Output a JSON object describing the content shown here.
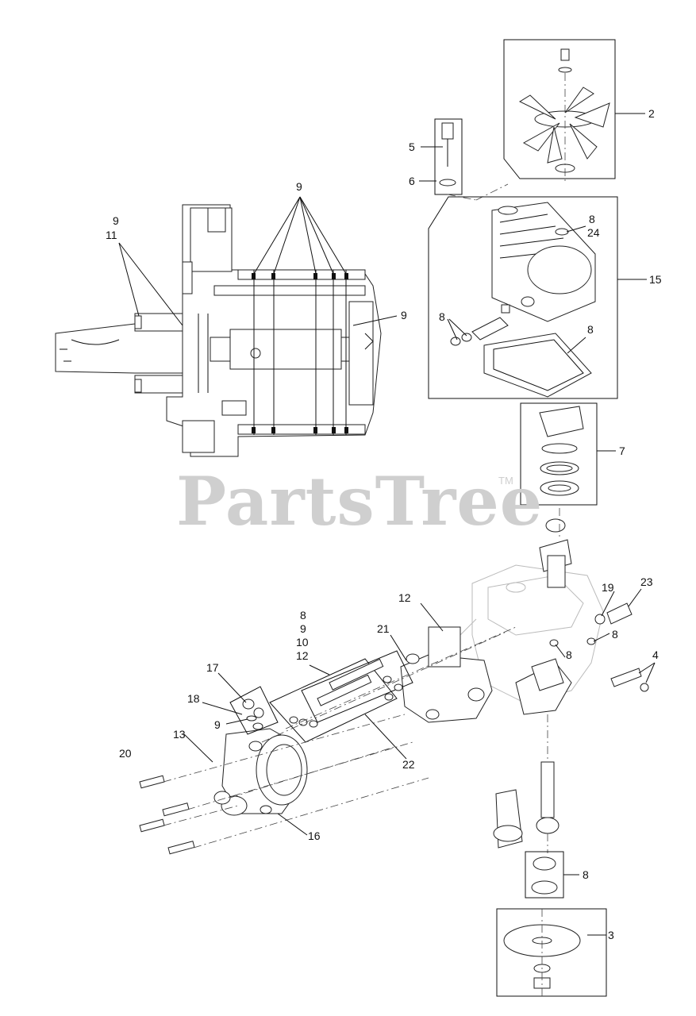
{
  "watermark": {
    "brand": "PartsTree",
    "trademark": "TM"
  },
  "callouts": {
    "c2": "2",
    "c3": "3",
    "c4": "4",
    "c5": "5",
    "c6": "6",
    "c7": "7",
    "c8_cap_a": "8",
    "c24": "24",
    "c8_cap_b": "8",
    "c8_cap_c": "8",
    "c15": "15",
    "c9_top": "9",
    "c9_left": "9",
    "c11": "11",
    "c9_right": "9",
    "c12_top": "12",
    "c19": "19",
    "c23": "23",
    "c8_mid_a": "8",
    "c8_mid_b": "8",
    "c21": "21",
    "c8_stack": "8",
    "c9_stack": "9",
    "c10_stack": "10",
    "c12_stack": "12",
    "c17": "17",
    "c18": "18",
    "c9_small": "9",
    "c13": "13",
    "c20": "20",
    "c22": "22",
    "c16": "16",
    "c8_bottom": "8"
  }
}
